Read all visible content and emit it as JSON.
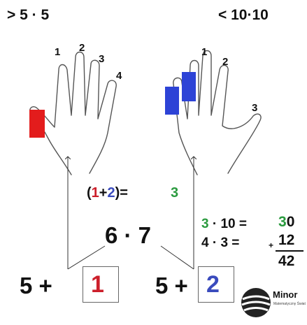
{
  "header": {
    "left_rule": "> 5 · 5",
    "right_rule": "< 10·10"
  },
  "left_hand": {
    "finger_numbers": [
      "1",
      "2",
      "3",
      "4"
    ]
  },
  "right_hand": {
    "finger_numbers": [
      "1",
      "2",
      "3"
    ]
  },
  "middle": {
    "open_paren": "(",
    "term_a": "1",
    "plus": "+",
    "term_b": "2",
    "close_eq": ")=",
    "result": "3",
    "product": "6 · 7"
  },
  "calc": {
    "row1_a": "3",
    "row1_b": " · 10 =",
    "row1_c": "3",
    "row1_d": "0",
    "row2_a": "4 ·   3 =",
    "row2_plus": "+",
    "row2_b": "12",
    "total": "42"
  },
  "bottom": {
    "left_prefix": "5 +",
    "left_box": "1",
    "right_prefix": "5 +",
    "right_box": "2"
  },
  "logo": {
    "name": "Minor",
    "tagline": "Matematyczny Świat"
  },
  "colors": {
    "red": "#cc1f2b",
    "blue": "#3a4bbd",
    "green": "#2a9a3e",
    "marker_red": "#e31c1c",
    "marker_blue": "#2d43d6"
  }
}
